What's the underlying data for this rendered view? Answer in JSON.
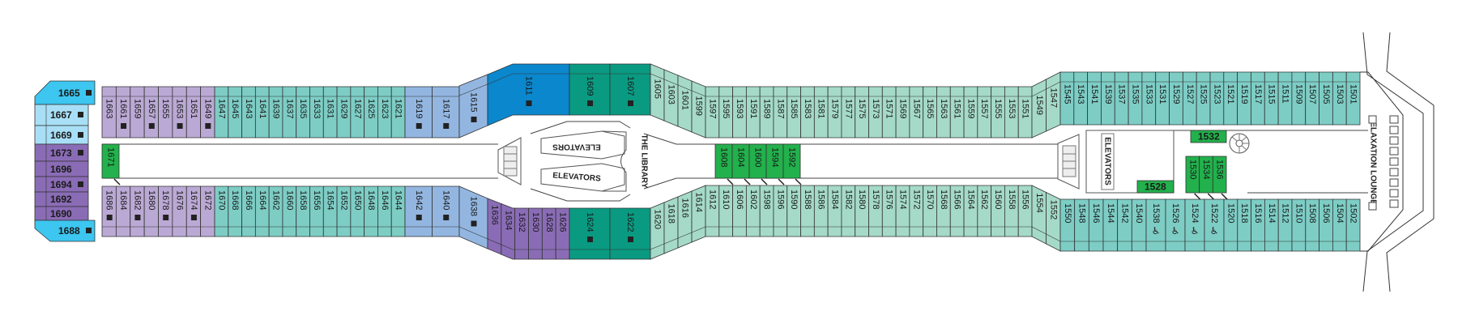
{
  "palette": {
    "cyan": "#3cc6f0",
    "light_cyan": "#a8dff6",
    "lavender": "#bba9d5",
    "purple": "#8a6cb6",
    "teal": "#7dcdc5",
    "mint": "#a5dac8",
    "periwinkle": "#93b6e1",
    "blue": "#0b87cd",
    "dark_teal": "#0a9a82",
    "green": "#22b14c",
    "outline": "#333333",
    "wall": "#555555"
  },
  "bow_cabins": [
    {
      "id": "1665",
      "color": "cyan"
    },
    {
      "id": "1667",
      "color": "light_cyan"
    },
    {
      "id": "1669",
      "color": "light_cyan"
    },
    {
      "id": "1673",
      "color": "purple"
    },
    {
      "id": "1696",
      "color": "purple"
    },
    {
      "id": "1694",
      "color": "purple"
    },
    {
      "id": "1692",
      "color": "purple"
    },
    {
      "id": "1690",
      "color": "purple"
    },
    {
      "id": "1688",
      "color": "cyan"
    }
  ],
  "sections": {
    "top_left_lavender": {
      "color": "lavender",
      "cabins": [
        "1663",
        "1661",
        "1659",
        "1657",
        "1655",
        "1653",
        "1651",
        "1649"
      ]
    },
    "top_left_teal": {
      "color": "teal",
      "cabins": [
        "1647",
        "1645",
        "1643",
        "1641",
        "1639",
        "1637",
        "1635",
        "1633",
        "1631",
        "1629",
        "1627",
        "1625",
        "1623",
        "1621"
      ]
    },
    "top_left_periwinkle": {
      "color": "periwinkle",
      "cabins": [
        "1619",
        "1617"
      ]
    },
    "top_slant_periwinkle": {
      "color": "periwinkle",
      "cabins": [
        "1615"
      ]
    },
    "top_blue": {
      "color": "blue",
      "cabins": [
        "1611"
      ]
    },
    "top_dark_teal": {
      "color": "dark_teal",
      "cabins": [
        "1609",
        "1607"
      ]
    },
    "top_slant_mint": {
      "color": "mint",
      "cabins": [
        "1605",
        "1603",
        "1601",
        "1599"
      ]
    },
    "top_mid_mint": {
      "color": "mint",
      "cabins": [
        "1597",
        "1595",
        "1593",
        "1591",
        "1589",
        "1587",
        "1585",
        "1583",
        "1581",
        "1579",
        "1577",
        "1575",
        "1573",
        "1571",
        "1569",
        "1567",
        "1565",
        "1563",
        "1561",
        "1559",
        "1557",
        "1555",
        "1553",
        "1551"
      ]
    },
    "top_slant_mint_2": {
      "color": "mint",
      "cabins": [
        "1549",
        "1547"
      ]
    },
    "top_aft_teal": {
      "color": "teal",
      "cabins": [
        "1545",
        "1543",
        "1541",
        "1539",
        "1537",
        "1535",
        "1533",
        "1531",
        "1529",
        "1527",
        "1525",
        "1523",
        "1521",
        "1519",
        "1517",
        "1515",
        "1511",
        "1509",
        "1507",
        "1505",
        "1503",
        "1501"
      ]
    },
    "bottom_left_lavender": {
      "color": "lavender",
      "cabins": [
        "1686",
        "1684",
        "1682",
        "1680",
        "1678",
        "1676",
        "1674",
        "1672"
      ]
    },
    "bottom_left_teal": {
      "color": "teal",
      "cabins": [
        "1670",
        "1668",
        "1666",
        "1664",
        "1662",
        "1660",
        "1658",
        "1656",
        "1654",
        "1652",
        "1650",
        "1648",
        "1646",
        "1644"
      ]
    },
    "bottom_left_periwinkle": {
      "color": "periwinkle",
      "cabins": [
        "1642",
        "1640"
      ]
    },
    "bottom_slant_periwinkle": {
      "color": "periwinkle",
      "cabins": [
        "1638"
      ]
    },
    "bottom_purple": {
      "color": "purple",
      "cabins": [
        "1636",
        "1634",
        "1632",
        "1630",
        "1628",
        "1626"
      ]
    },
    "bottom_dark_teal": {
      "color": "dark_teal",
      "cabins": [
        "1624",
        "1622"
      ]
    },
    "bottom_slant_mint": {
      "color": "mint",
      "cabins": [
        "1620",
        "1618",
        "1616",
        "1614"
      ]
    },
    "bottom_mid_mint": {
      "color": "mint",
      "cabins": [
        "1612",
        "1610",
        "1606",
        "1602",
        "1598",
        "1596",
        "1590",
        "1588",
        "1586",
        "1584",
        "1582",
        "1580",
        "1578",
        "1576",
        "1574",
        "1572",
        "1570",
        "1568",
        "1566",
        "1564",
        "1562",
        "1560",
        "1558",
        "1556"
      ]
    },
    "bottom_slant_mint_2": {
      "color": "mint",
      "cabins": [
        "1554",
        "1552"
      ]
    },
    "bottom_aft_teal_a": {
      "color": "teal",
      "cabins": [
        "1550",
        "1548",
        "1546",
        "1544",
        "1542",
        "1540"
      ]
    },
    "bottom_aft_teal_b": {
      "color": "teal",
      "cabins": [
        "1538",
        "1526",
        "1524",
        "1522"
      ]
    },
    "bottom_aft_teal_c": {
      "color": "teal",
      "cabins": [
        "1520",
        "1518",
        "1516",
        "1514",
        "1512",
        "1510",
        "1508",
        "1506",
        "1504",
        "1502"
      ]
    },
    "corridor_fwd_green": {
      "color": "green",
      "cabins": [
        "1671"
      ]
    },
    "corridor_mid_green": {
      "color": "green",
      "cabins": [
        "1608",
        "1604",
        "1600",
        "1594",
        "1592"
      ]
    },
    "corridor_aft_green": {
      "color": "green",
      "cabins": [
        "1530",
        "1534",
        "1536"
      ]
    }
  },
  "horizontal_green_cabins": [
    "1532",
    "1528"
  ],
  "marked_cabins": [
    "1665",
    "1667",
    "1669",
    "1673",
    "1694",
    "1688",
    "1661",
    "1657",
    "1653",
    "1649",
    "1619",
    "1617",
    "1615",
    "1611",
    "1609",
    "1607",
    "1686",
    "1682",
    "1678",
    "1674",
    "1642",
    "1640",
    "1638",
    "1624",
    "1622"
  ],
  "accessible_cabins": [
    "1538",
    "1526",
    "1524",
    "1522"
  ],
  "areas": {
    "elevators_fwd_upper": "ELEVATORS",
    "elevators_fwd_lower": "ELEVATORS",
    "library": "THE LIBRARY",
    "elevators_aft": "ELEVATORS",
    "relaxation_lounge": "RELAXATION LOUNGE"
  }
}
